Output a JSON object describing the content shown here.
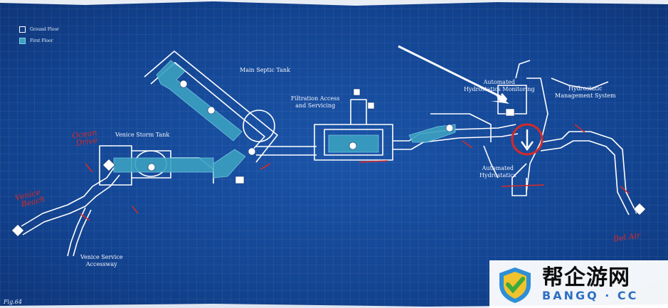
{
  "legend": {
    "ground_floor": "Ground Floor",
    "first_floor": "First Floor"
  },
  "labels": {
    "main_septic_tank": "Main Septic Tank",
    "filtration_1": "Filtration Access",
    "filtration_2": "and Servicing",
    "auto_monitor_1": "Automated",
    "auto_monitor_2": "Hydrostatics Monitoring",
    "hydro_mgmt_1": "Hydrostatic",
    "hydro_mgmt_2": "Management System",
    "venice_storm_tank": "Venice Storm Tank",
    "auto_hydro_1": "Automated",
    "auto_hydro_2": "Hydrostatics",
    "venice_service_1": "Venice Service",
    "venice_service_2": "Accessway"
  },
  "handwritten": {
    "ocean_1": "Ocean",
    "ocean_2": "Drive",
    "venice_1": "Venice",
    "venice_2": "Beach",
    "bel_air": "Bel Air"
  },
  "figure": "Fig.64",
  "watermark": {
    "cn": "帮企游网",
    "en": "BANGQ · CC"
  },
  "colors": {
    "blueprint": "#134593",
    "first_floor": "#3ba0c0",
    "line": "#ffffff",
    "annotation": "#d42a2a"
  }
}
